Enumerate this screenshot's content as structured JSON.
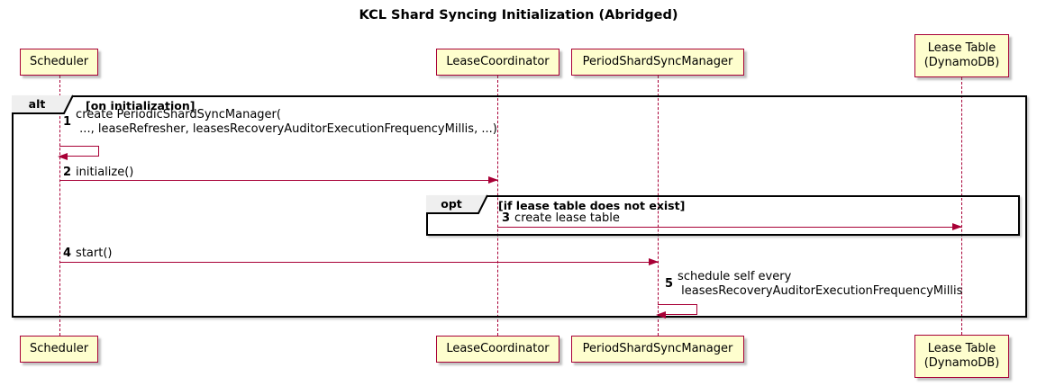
{
  "diagram": {
    "title": "KCL Shard Syncing Initialization (Abridged)"
  },
  "participants": [
    {
      "id": "scheduler",
      "label": "Scheduler"
    },
    {
      "id": "lease-coordinator",
      "label": "LeaseCoordinator"
    },
    {
      "id": "period-shard-sync-manager",
      "label": "PeriodShardSyncManager"
    },
    {
      "id": "lease-table",
      "label": "Lease Table\n(DynamoDB)"
    }
  ],
  "frames": [
    {
      "keyword": "alt",
      "guard": "[on initialization]"
    },
    {
      "keyword": "opt",
      "guard": "[if lease table does not exist]"
    }
  ],
  "messages": [
    {
      "num": "1",
      "kind": "self",
      "from": "Scheduler",
      "to": "Scheduler",
      "text": "create PeriodicShardSyncManager(\n ..., leaseRefresher, leasesRecoveryAuditorExecutionFrequencyMillis, ...)"
    },
    {
      "num": "2",
      "kind": "sync",
      "from": "Scheduler",
      "to": "LeaseCoordinator",
      "text": "initialize()"
    },
    {
      "num": "3",
      "kind": "sync",
      "from": "LeaseCoordinator",
      "to": "Lease Table (DynamoDB)",
      "text": "create lease table"
    },
    {
      "num": "4",
      "kind": "sync",
      "from": "Scheduler",
      "to": "PeriodShardSyncManager",
      "text": "start()"
    },
    {
      "num": "5",
      "kind": "self",
      "from": "PeriodShardSyncManager",
      "to": "PeriodShardSyncManager",
      "text": "schedule self every\n leasesRecoveryAuditorExecutionFrequencyMillis"
    }
  ],
  "colors": {
    "participant_fill": "#FEFECE",
    "participant_border": "#A80036",
    "arrow": "#A80036",
    "lifeline": "#A80036",
    "frame_border": "#000000",
    "frame_label_fill": "#EFEFEF",
    "background": "#FFFFFF"
  }
}
